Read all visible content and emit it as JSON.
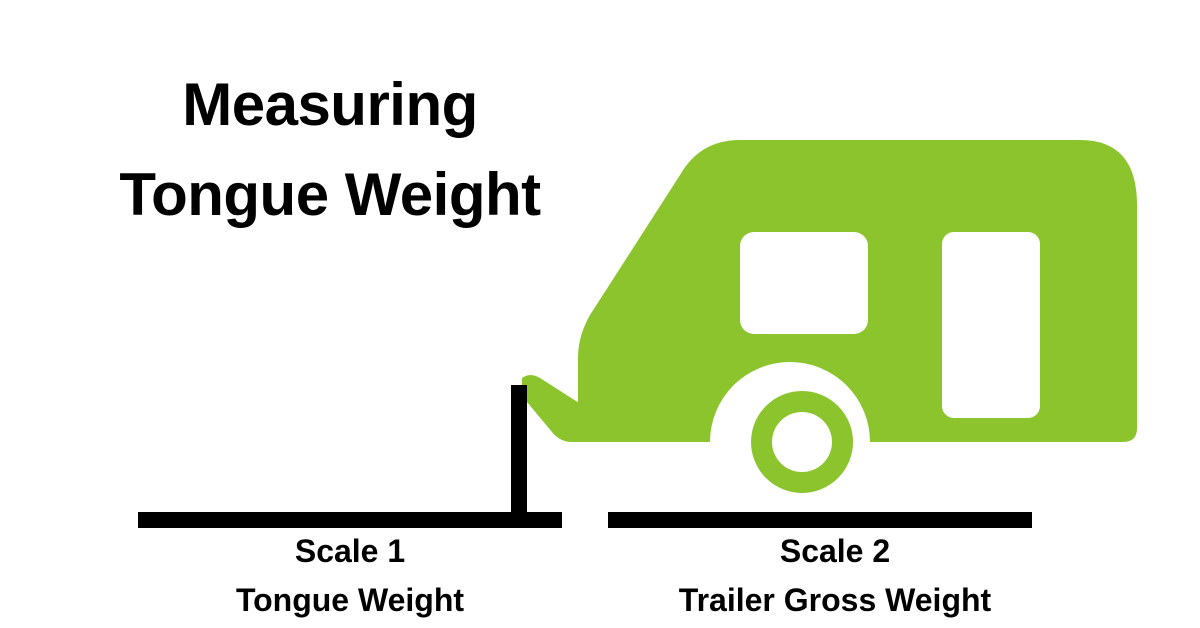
{
  "title": {
    "line1": "Measuring",
    "line2": "Tongue Weight"
  },
  "scales": [
    {
      "label": "Scale 1",
      "measures": "Tongue Weight"
    },
    {
      "label": "Scale 2",
      "measures": "Trailer Gross Weight"
    }
  ],
  "colors": {
    "trailer": "#8bc42c",
    "scale": "#000000",
    "background": "#ffffff",
    "text": "#000000"
  },
  "icons": {
    "trailer": "camper-trailer-icon",
    "jack": "tongue-jack-post"
  }
}
